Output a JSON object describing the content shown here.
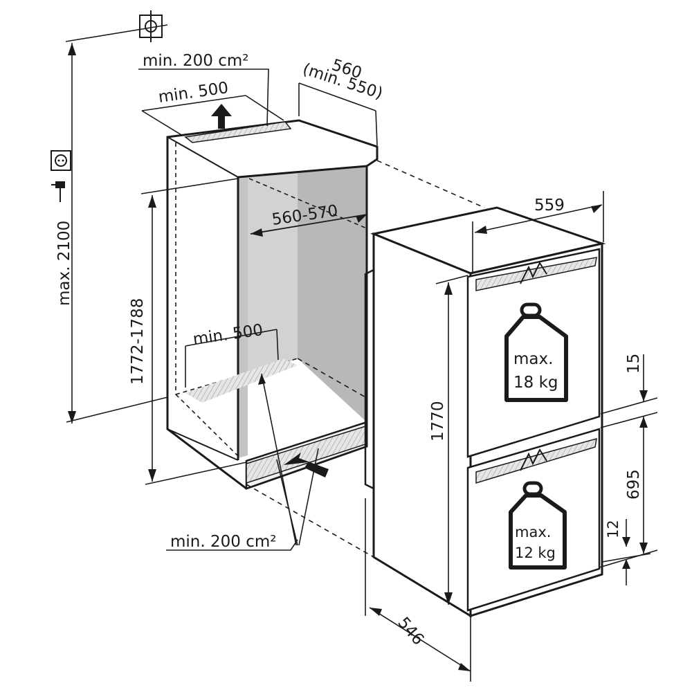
{
  "colors": {
    "ink": "#1a1a1a",
    "niche_interior": "#b9b9b9",
    "niche_light": "#d6d6d6",
    "hatch": "#cfcfcf",
    "background": "#ffffff"
  },
  "icons": {
    "floor_plan": "floor-plan-icon",
    "socket": "socket-icon",
    "plug": "plug-icon",
    "weight": "weight-icon",
    "airflow": "airflow-arrow-icon"
  },
  "labels": {
    "vent_top_area": "min. 200 cm²",
    "vent_top_depth": "min. 500",
    "niche_depth_top": "560",
    "niche_depth_top_min": "(min. 550)",
    "niche_width": "560-570",
    "floor_depth": "min. 500",
    "niche_height": "1772-1788",
    "max_height": "max. 2100",
    "vent_bottom_area": "min. 200 cm²",
    "appliance_width": "559",
    "appliance_height": "1770",
    "appliance_depth": "546",
    "top_gap": "15",
    "lower_door_height": "695",
    "bottom_gap": "12"
  },
  "weights": {
    "upper": {
      "line1": "max.",
      "line2": "18 kg"
    },
    "lower": {
      "line1": "max.",
      "line2": "12 kg"
    }
  }
}
